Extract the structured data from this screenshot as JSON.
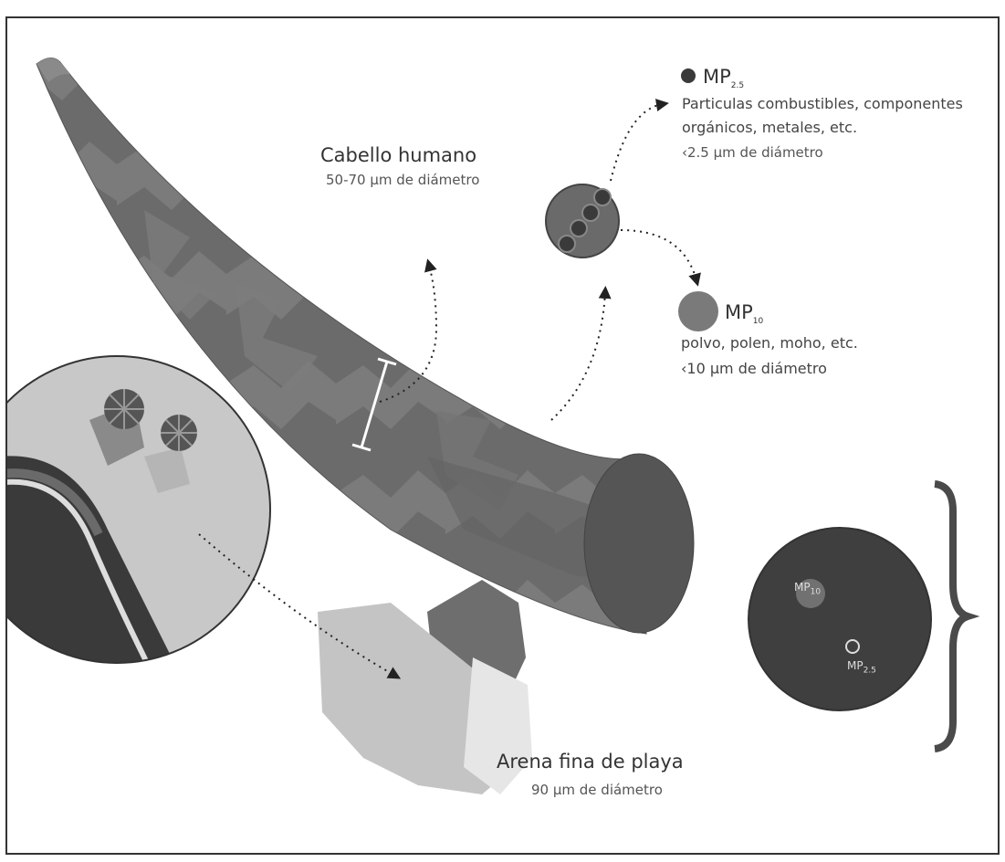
{
  "hair": {
    "title": "Cabello humano",
    "subtitle": "50-70 µm de diámetro"
  },
  "pm25": {
    "name": "MP",
    "sub": "2.5",
    "description": "Particulas combustibles, componentes orgánicos, metales, etc.",
    "line1": "Particulas combustibles, componentes",
    "line2": "orgánicos, metales, etc.",
    "size": "‹2.5 µm de diámetro"
  },
  "pm10": {
    "name": "MP",
    "sub": "10",
    "line1": "polvo, polen, moho, etc.",
    "size": "‹10 µm de diámetro"
  },
  "sand": {
    "title": "Arena fina de playa",
    "subtitle": "90 µm de diámetro"
  },
  "cross_section": {
    "pm10_label": "MP",
    "pm10_sub": "10",
    "pm25_label": "MP",
    "pm25_sub": "2.5"
  },
  "colors": {
    "hair_dark": "#5c5c5c",
    "hair_mid": "#6e6e6e",
    "hair_light": "#7a7a7a",
    "pm25_dot": "#3a3a3a",
    "pm10_dot": "#7a7a7a",
    "brace": "#4a4a4a"
  }
}
